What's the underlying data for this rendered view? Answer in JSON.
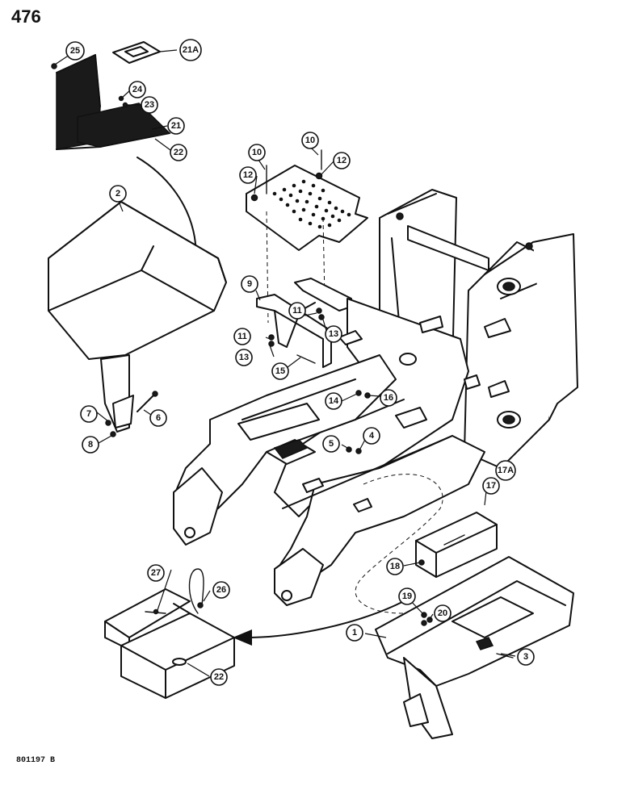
{
  "page_number": "476",
  "footer_code": "801197 B",
  "callouts": [
    "25",
    "21A",
    "24",
    "23",
    "21",
    "22",
    "2",
    "7",
    "6",
    "8",
    "10",
    "12",
    "9",
    "11",
    "13",
    "15",
    "14",
    "16",
    "5",
    "4",
    "17A",
    "17",
    "18",
    "27",
    "26",
    "19",
    "20",
    "1",
    "3",
    "22",
    "10",
    "12"
  ]
}
